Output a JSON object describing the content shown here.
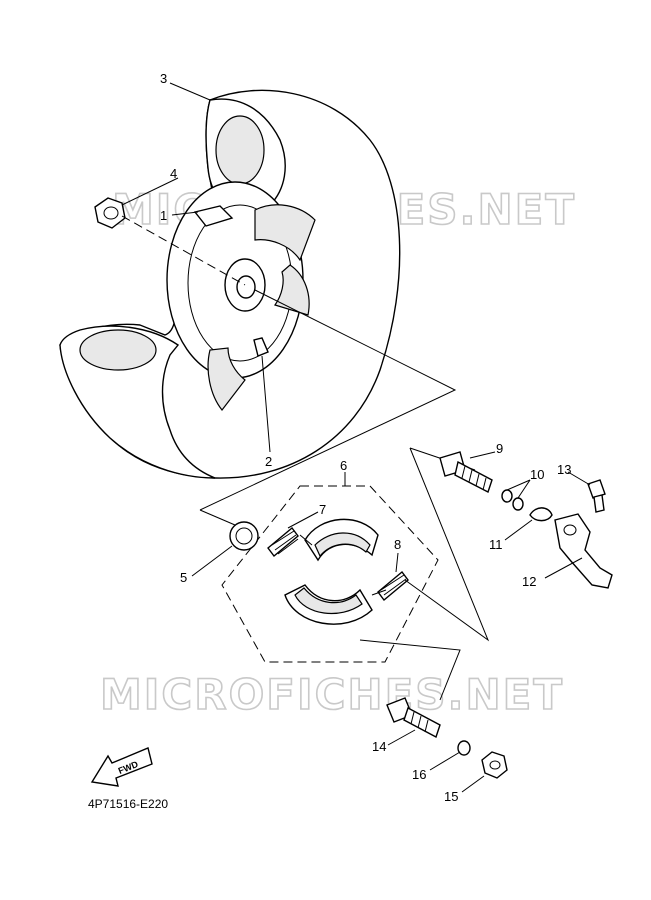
{
  "diagram": {
    "reference_code": "4P71516-E220",
    "watermark": "MICROFICHES.NET",
    "direction_arrow": "FWD",
    "callouts": [
      "1",
      "2",
      "3",
      "4",
      "5",
      "6",
      "7",
      "8",
      "9",
      "10",
      "11",
      "12",
      "13",
      "14",
      "15",
      "16"
    ]
  }
}
